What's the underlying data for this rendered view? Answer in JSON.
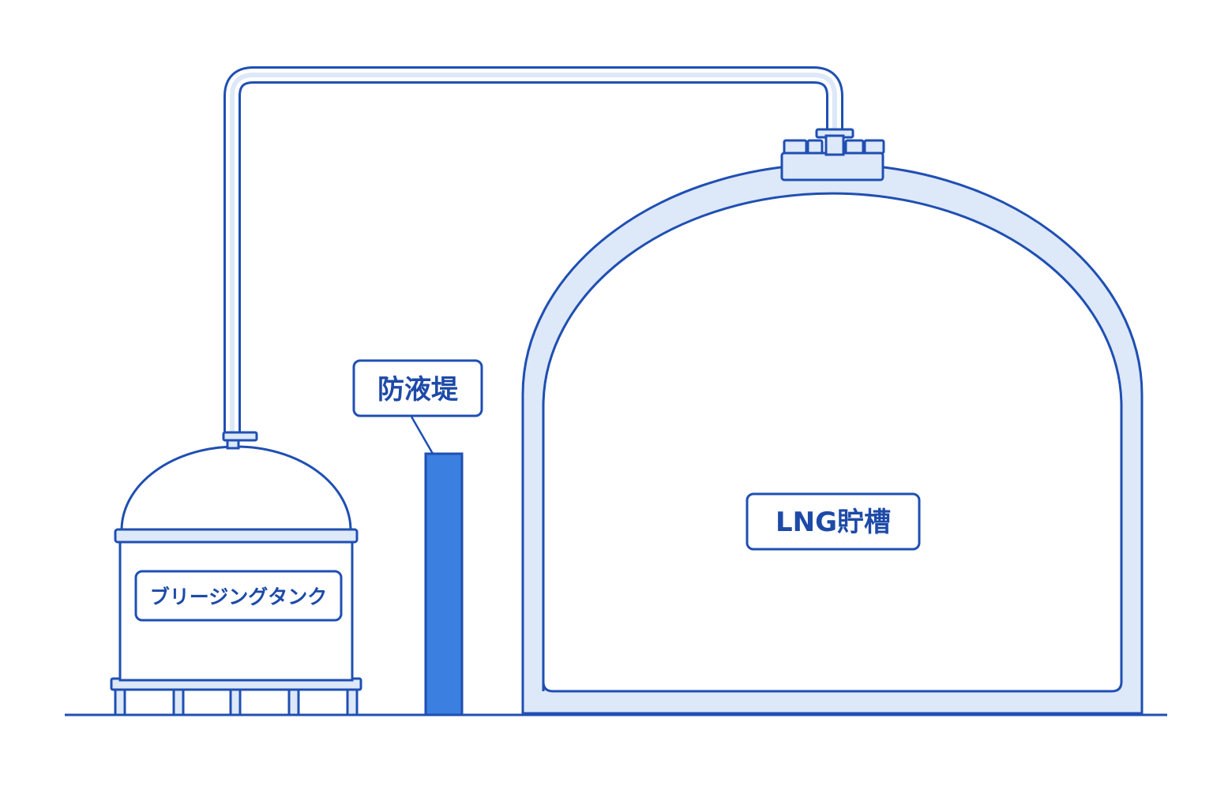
{
  "labels": {
    "dike": "防液堤",
    "lng_tank": "LNG貯槽",
    "boil_off_tank": "ブリージングタンク"
  },
  "colors": {
    "outline": "#1f4fb3",
    "fill_light": "#dde8f8",
    "dike_fill": "#3b7fe0",
    "label_text": "#1d4aa8",
    "background": "#ffffff"
  }
}
